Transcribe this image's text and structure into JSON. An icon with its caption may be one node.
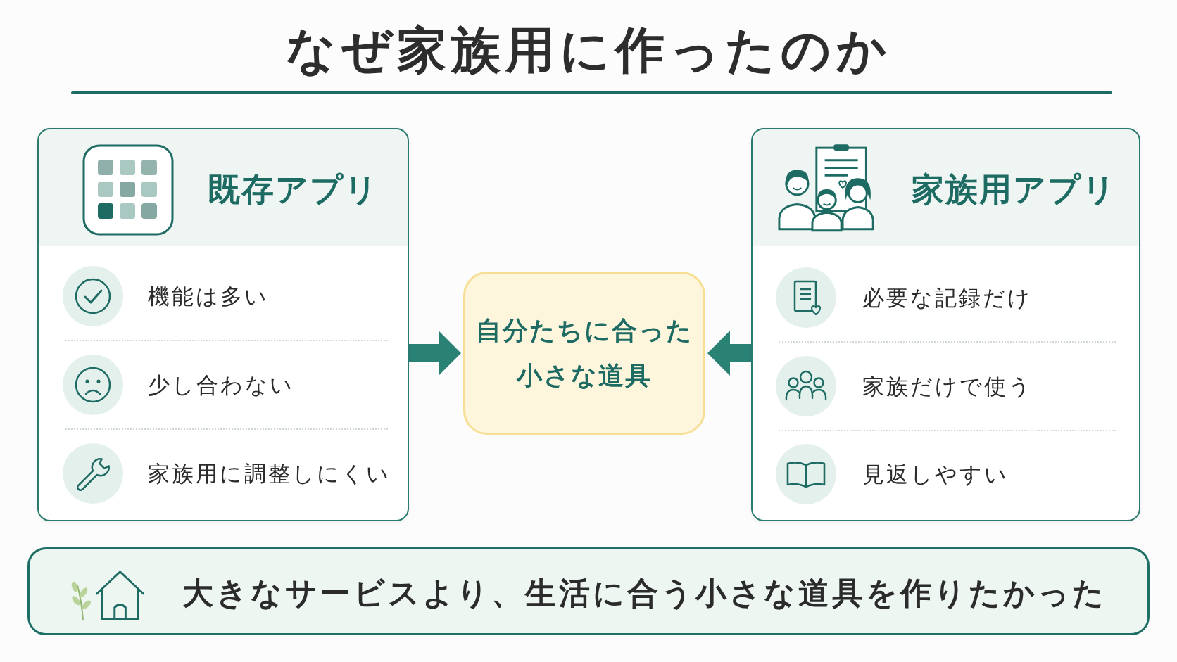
{
  "diagram": {
    "title": "なぜ家族用に作ったのか",
    "nodes": [
      {
        "text": [
          "既存アプリ",
          "機能は多い",
          "少し合わない",
          "家族用に調整しにくい"
        ]
      },
      {
        "text": [
          "自分たちに合った小さな道具"
        ]
      },
      {
        "text": [
          "家族用アプリ",
          "必要な記録だけ",
          "家族だけで使う",
          "見返しやすい"
        ]
      },
      {
        "text": [
          "大きなサービスより、生活に合う小さな道具を作りたかった"
        ]
      }
    ],
    "edges": [
      {
        "from": 0,
        "to": 1,
        "arrow": "to"
      },
      {
        "from": 2,
        "to": 1,
        "arrow": "to"
      }
    ]
  }
}
